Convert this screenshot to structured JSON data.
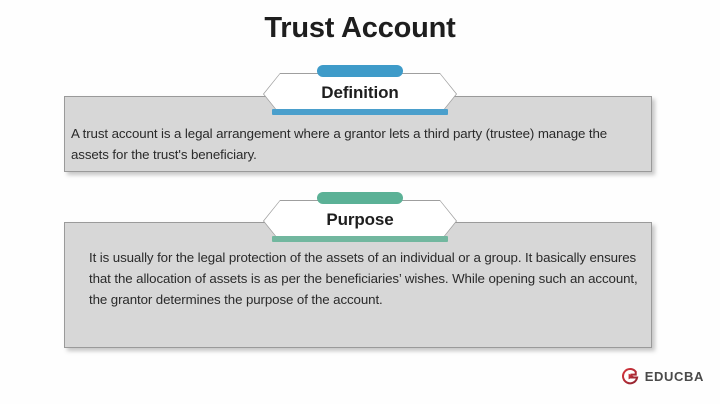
{
  "page": {
    "title": "Trust Account",
    "background_color": "#fefefe"
  },
  "sections": [
    {
      "key": "definition",
      "label": "Definition",
      "accent_color": "#4a9fcc",
      "tab_color": "#3e9bc9",
      "body": "A trust account is a legal arrangement where a grantor lets a third party (trustee) manage the assets for the trust's beneficiary.",
      "panel_color": "#d7d7d7",
      "panel_border_color": "#9a9a9a"
    },
    {
      "key": "purpose",
      "label": "Purpose",
      "accent_color": "#72b79f",
      "tab_color": "#5bb196",
      "body": "It is usually for the legal protection of the assets of an individual or a group. It basically ensures that the allocation of assets is as per the beneficiaries’ wishes. While opening such an account, the grantor determines the purpose of the account.",
      "panel_color": "#d7d7d7",
      "panel_border_color": "#9a9a9a"
    }
  ],
  "logo": {
    "name": "educba-logo",
    "text": "EDUCBA",
    "mark_color": "#c8202a",
    "mark_color_alt": "#9b2a36",
    "text_color": "#4a4a4a"
  }
}
